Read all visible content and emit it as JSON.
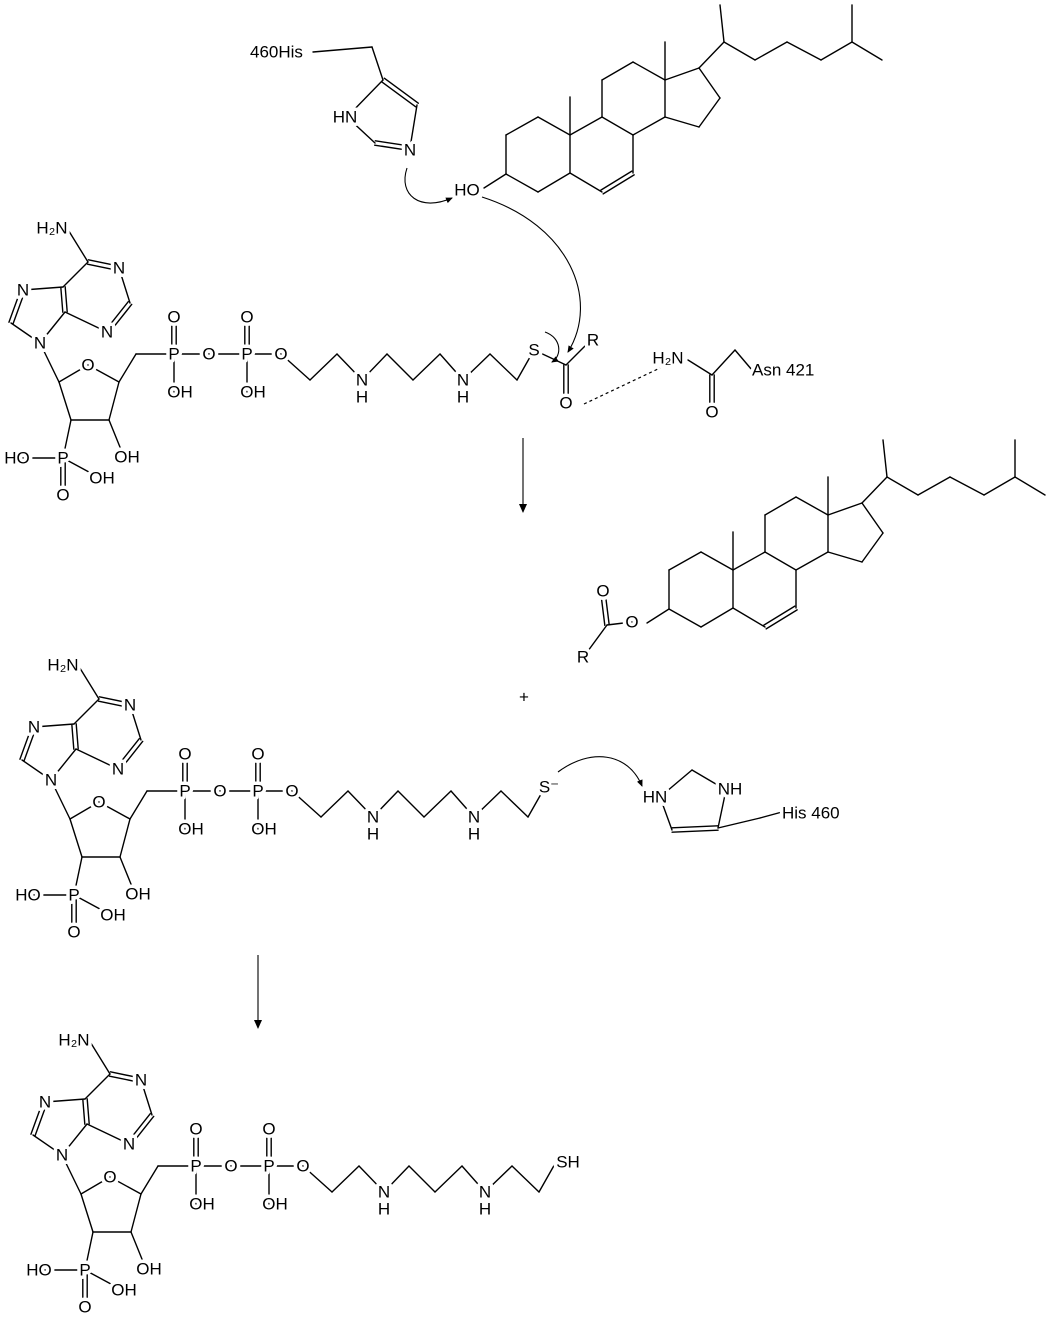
{
  "coa": {
    "amine": "H₂N",
    "n": "N",
    "o": "O",
    "p": "P",
    "oh": "OH",
    "ho": "HO",
    "h": "H"
  },
  "acyl": {
    "s": "S",
    "r": "R",
    "o": "O"
  },
  "thiolate": "S⁻",
  "thiol": "SH",
  "his_top": {
    "label": "460His",
    "hn": "HN",
    "n": "N"
  },
  "cholesterol": {
    "ho": "HO"
  },
  "ester": {
    "o": "O",
    "o_carbonyl": "O",
    "r": "R"
  },
  "asn": {
    "h2n": "H₂N",
    "o": "O",
    "label": "Asn 421"
  },
  "plus": "+",
  "his_bottom": {
    "hn": "HN",
    "nh": "NH",
    "label": "His 460"
  },
  "colors": {
    "ink": "#000000",
    "background": "#ffffff"
  }
}
